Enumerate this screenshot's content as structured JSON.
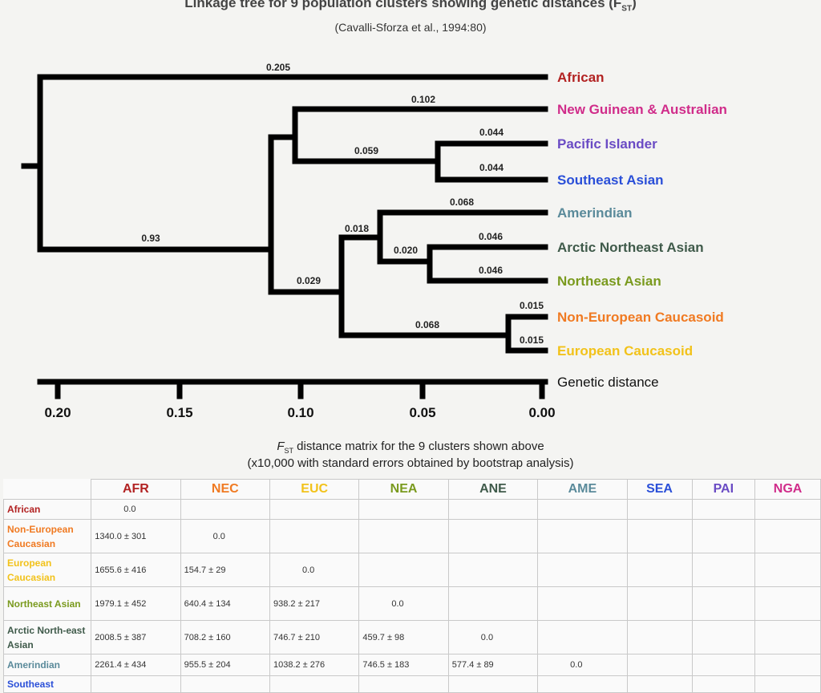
{
  "title": "Linkage tree for 9 population clusters showing genetic distances (F",
  "title_sub": "ST",
  "citation": "(Cavalli-Sforza et al., 1994:80)",
  "tree": {
    "leaves": [
      {
        "id": "afr",
        "label": "African",
        "color": "#b22222"
      },
      {
        "id": "nga",
        "label": "New Guinean & Australian",
        "color": "#d02c8a"
      },
      {
        "id": "pai",
        "label": "Pacific Islander",
        "color": "#6a4bc4"
      },
      {
        "id": "sea",
        "label": "Southeast Asian",
        "color": "#2a4fd8"
      },
      {
        "id": "ame",
        "label": "Amerindian",
        "color": "#5a8a9a"
      },
      {
        "id": "ane",
        "label": "Arctic Northeast Asian",
        "color": "#3f5a4a"
      },
      {
        "id": "nea",
        "label": "Northeast Asian",
        "color": "#7a9a1e"
      },
      {
        "id": "nec",
        "label": "Non-European Caucasoid",
        "color": "#f07a22"
      },
      {
        "id": "euc",
        "label": "European Caucasoid",
        "color": "#f2c21a"
      }
    ],
    "branch_lengths": {
      "afr": "0.205",
      "inner": "0.93",
      "nga": "0.102",
      "pac_sea": "0.059",
      "pai": "0.044",
      "sea": "0.044",
      "asia_cauc": "0.029",
      "ame_group": "0.018",
      "ame": "0.068",
      "ane_nea": "0.020",
      "ane": "0.046",
      "nea": "0.046",
      "cauc": "0.068",
      "nec": "0.015",
      "euc": "0.015"
    },
    "axis": {
      "label": "Genetic distance",
      "ticks": [
        "0.20",
        "0.15",
        "0.10",
        "0.05",
        "0.00"
      ],
      "tick_values": [
        0.2,
        0.15,
        0.1,
        0.05,
        0.0
      ]
    }
  },
  "matrix": {
    "title_prefix": "F",
    "title_sub": "ST",
    "title_rest": " distance matrix for the 9 clusters shown above",
    "subtitle": "(x10,000 with standard errors obtained by bootstrap analysis)",
    "columns": [
      {
        "code": "AFR",
        "color": "#b22222"
      },
      {
        "code": "NEC",
        "color": "#f07a22"
      },
      {
        "code": "EUC",
        "color": "#f2c21a"
      },
      {
        "code": "NEA",
        "color": "#7a9a1e"
      },
      {
        "code": "ANE",
        "color": "#3f5a4a"
      },
      {
        "code": "AME",
        "color": "#5a8a9a"
      },
      {
        "code": "SEA",
        "color": "#2a4fd8"
      },
      {
        "code": "PAI",
        "color": "#6a4bc4"
      },
      {
        "code": "NGA",
        "color": "#d02c8a"
      }
    ],
    "rows": [
      {
        "label": "African",
        "color": "#b22222",
        "cells": [
          "0.0"
        ]
      },
      {
        "label": "Non-European Caucasian",
        "color": "#f07a22",
        "cells": [
          "1340.0 ± 301",
          "0.0"
        ]
      },
      {
        "label": "European Caucasian",
        "color": "#f2c21a",
        "cells": [
          "1655.6 ± 416",
          "154.7 ± 29",
          "0.0"
        ]
      },
      {
        "label": "Northeast Asian",
        "color": "#7a9a1e",
        "cells": [
          "1979.1 ± 452",
          "640.4 ± 134",
          "938.2 ± 217",
          "0.0"
        ]
      },
      {
        "label": "Arctic North-east Asian",
        "color": "#3f5a4a",
        "cells": [
          "2008.5 ± 387",
          "708.2 ± 160",
          "746.7 ± 210",
          "459.7 ± 98",
          "0.0"
        ]
      },
      {
        "label": "Amerindian",
        "color": "#5a8a9a",
        "cells": [
          "2261.4 ± 434",
          "955.5 ± 204",
          "1038.2 ± 276",
          "746.5 ± 183",
          "577.4 ± 89",
          "0.0"
        ]
      },
      {
        "label": "Southeast",
        "color": "#2a4fd8",
        "cells": []
      }
    ]
  }
}
